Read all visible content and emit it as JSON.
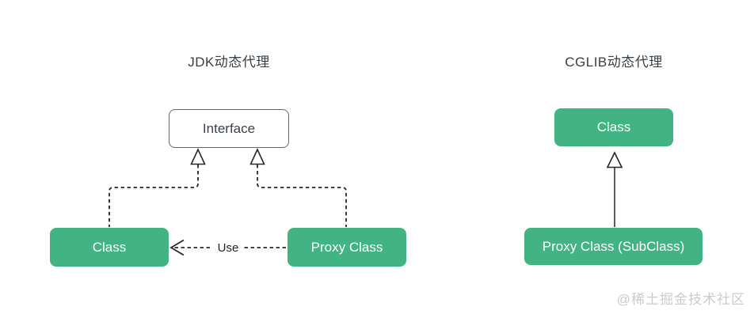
{
  "left_diagram": {
    "title": "JDK动态代理",
    "interface_box_label": "Interface",
    "class_box_label": "Class",
    "proxy_box_label": "Proxy Class",
    "use_arrow_label": "Use",
    "relationships": [
      "Class implements Interface (dashed realization arrow)",
      "Proxy Class implements Interface (dashed realization arrow)",
      "Proxy Class uses Class (dashed dependency arrow labeled Use)"
    ]
  },
  "right_diagram": {
    "title": "CGLIB动态代理",
    "class_box_label": "Class",
    "proxy_box_label": "Proxy Class (SubClass)",
    "relationships": [
      "Proxy Class (SubClass) extends Class (solid generalization arrow)"
    ]
  },
  "watermark": "@稀土掘金技术社区",
  "colors": {
    "node_green": "#42b383",
    "node_text_on_green": "#ffffff",
    "interface_border": "#63686e",
    "title_text": "#373d44",
    "connector_line": "#26282b",
    "watermark_text": "#cbcbcb",
    "background": "#ffffff"
  }
}
